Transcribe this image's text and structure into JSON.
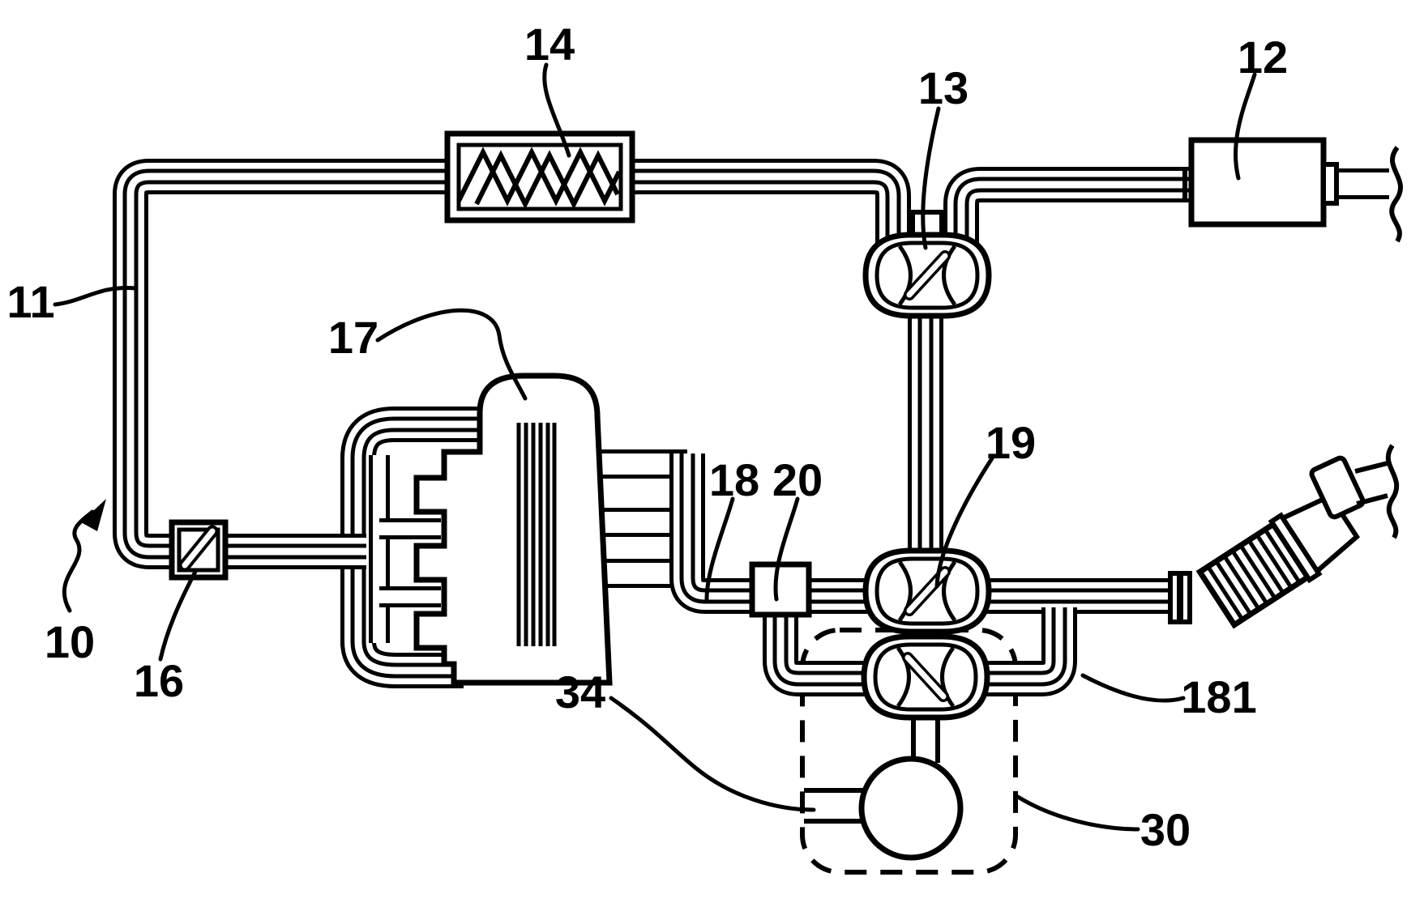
{
  "figure": {
    "kind": "patent-line-schematic",
    "description_of_pixels": "black line drawing of an engine exhaust / secondary-air system on white background",
    "colors": {
      "line": "#000000",
      "background": "#ffffff"
    }
  },
  "labels": {
    "n10": "10",
    "n11": "11",
    "n12": "12",
    "n13": "13",
    "n14": "14",
    "n16": "16",
    "n17": "17",
    "n18": "18",
    "n19": "19",
    "n20": "20",
    "n30": "30",
    "n34": "34",
    "n181": "181"
  }
}
